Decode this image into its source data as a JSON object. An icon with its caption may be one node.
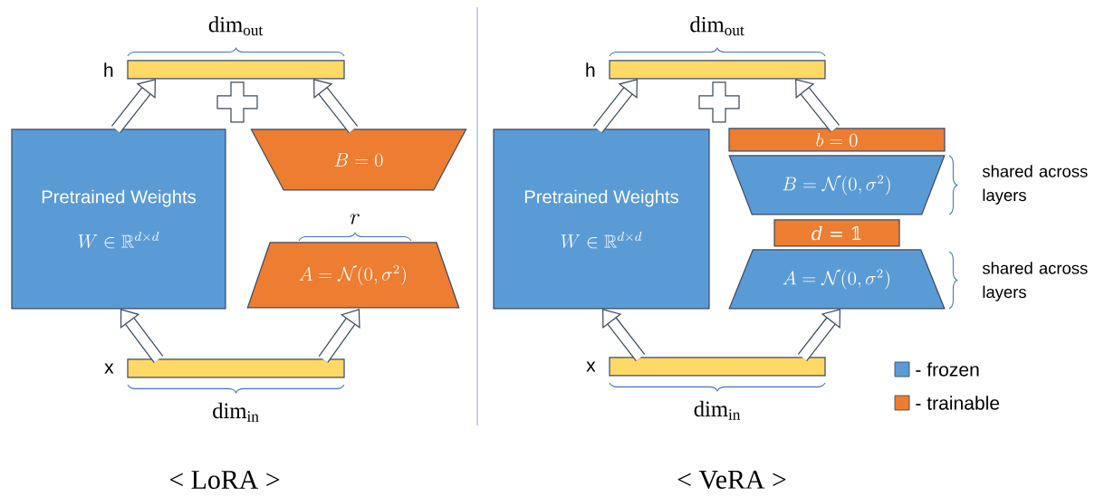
{
  "diagram": {
    "nodes": [
      {
        "text": [],
        "shape": "bar",
        "beside": [
          "h",
          "dim$_{out}$"
        ]
      },
      {
        "text": [
          "Pretrained Weights",
          "W \\in \\mathbb{R}^{d\\times d}"
        ]
      },
      {
        "text": [
          "B = 0"
        ]
      },
      {
        "text": [
          "A = \\mathcal{N}(0,\\sigma^2)"
        ]
      },
      {
        "text": [],
        "shape": "bar",
        "beside": [
          "x",
          "dim$_{in}$"
        ]
      },
      {
        "text": [],
        "shape": "bar",
        "beside": [
          "h",
          "dim$_{out}$"
        ]
      },
      {
        "text": [
          "Pretrained Weights",
          "W \\in \\mathbb{R}^{d\\times d}"
        ]
      },
      {
        "text": [
          "b = 0"
        ]
      },
      {
        "text": [
          "B = \\mathcal{N}(0,\\sigma^2)"
        ]
      },
      {
        "text": [
          "*d* = 𝟙"
        ]
      },
      {
        "text": [
          "A = \\mathcal{N}(0,\\sigma^2)"
        ]
      },
      {
        "text": [],
        "shape": "bar",
        "beside": [
          "x",
          "dim$_{in}$"
        ]
      }
    ],
    "edges": [
      {
        "from": 4,
        "to": 1,
        "arrow": "to"
      },
      {
        "from": 4,
        "to": 3,
        "arrow": "to"
      },
      {
        "from": 1,
        "to": 0,
        "arrow": "to"
      },
      {
        "from": 2,
        "to": 0,
        "arrow": "to"
      },
      {
        "from": 11,
        "to": 6,
        "arrow": "to"
      },
      {
        "from": 11,
        "to": 10,
        "arrow": "to"
      },
      {
        "from": 6,
        "to": 5,
        "arrow": "to"
      },
      {
        "from": 7,
        "to": 5,
        "arrow": "to"
      }
    ],
    "labels": [
      "r",
      "shared across layers",
      "shared across layers",
      "< LoRA >",
      "< VeRA >"
    ],
    "legend": [
      {
        "text": "- frozen",
        "color": "#5b9bd5"
      },
      {
        "text": "- trainable",
        "color": "#ed7d31"
      }
    ]
  }
}
